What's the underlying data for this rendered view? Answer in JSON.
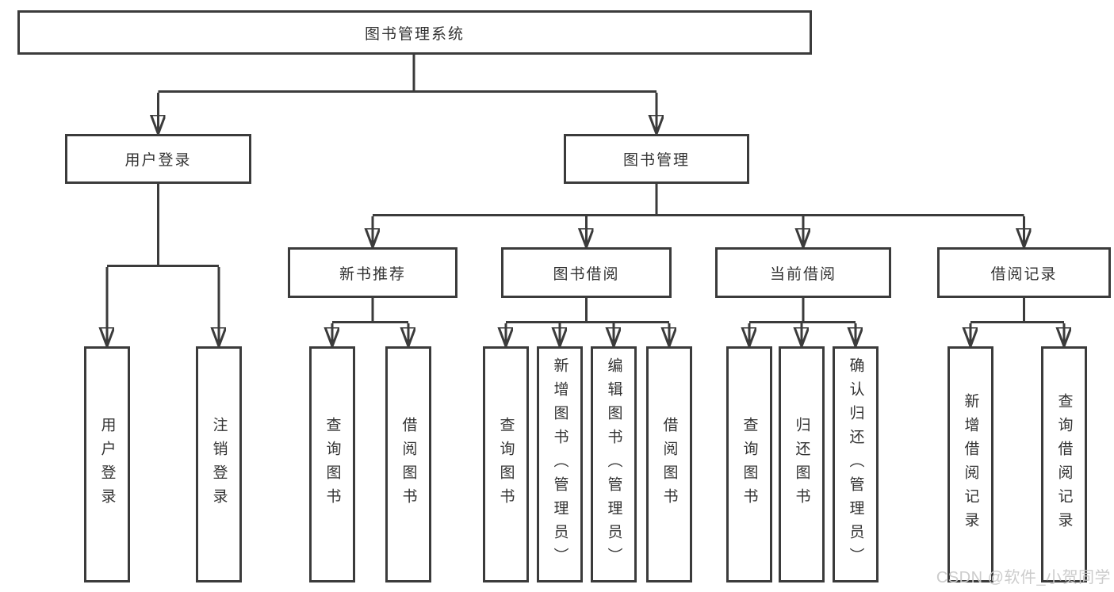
{
  "colors": {
    "line": "#3b3b3b",
    "box_border": "#3b3b3b",
    "box_background": "#ffffff",
    "text": "#333333",
    "watermark_text": "#c9c9c9",
    "page_background": "#ffffff"
  },
  "watermark": {
    "text": "CSDN @软件_小贺同学"
  },
  "tree": {
    "label": "图书管理系统",
    "children": [
      {
        "label": "用户登录",
        "children": [
          {
            "label": "用户登录"
          },
          {
            "label": "注销登录"
          }
        ]
      },
      {
        "label": "图书管理",
        "children": [
          {
            "label": "新书推荐",
            "children": [
              {
                "label": "查询图书"
              },
              {
                "label": "借阅图书"
              }
            ]
          },
          {
            "label": "图书借阅",
            "children": [
              {
                "label": "查询图书"
              },
              {
                "label": "新增图书（管理员）"
              },
              {
                "label": "编辑图书（管理员）"
              },
              {
                "label": "借阅图书"
              }
            ]
          },
          {
            "label": "当前借阅",
            "children": [
              {
                "label": "查询图书"
              },
              {
                "label": "归还图书"
              },
              {
                "label": "确认归还（管理员）"
              }
            ]
          },
          {
            "label": "借阅记录",
            "children": [
              {
                "label": "新增借阅记录"
              },
              {
                "label": "查询借阅记录"
              }
            ]
          }
        ]
      }
    ]
  }
}
